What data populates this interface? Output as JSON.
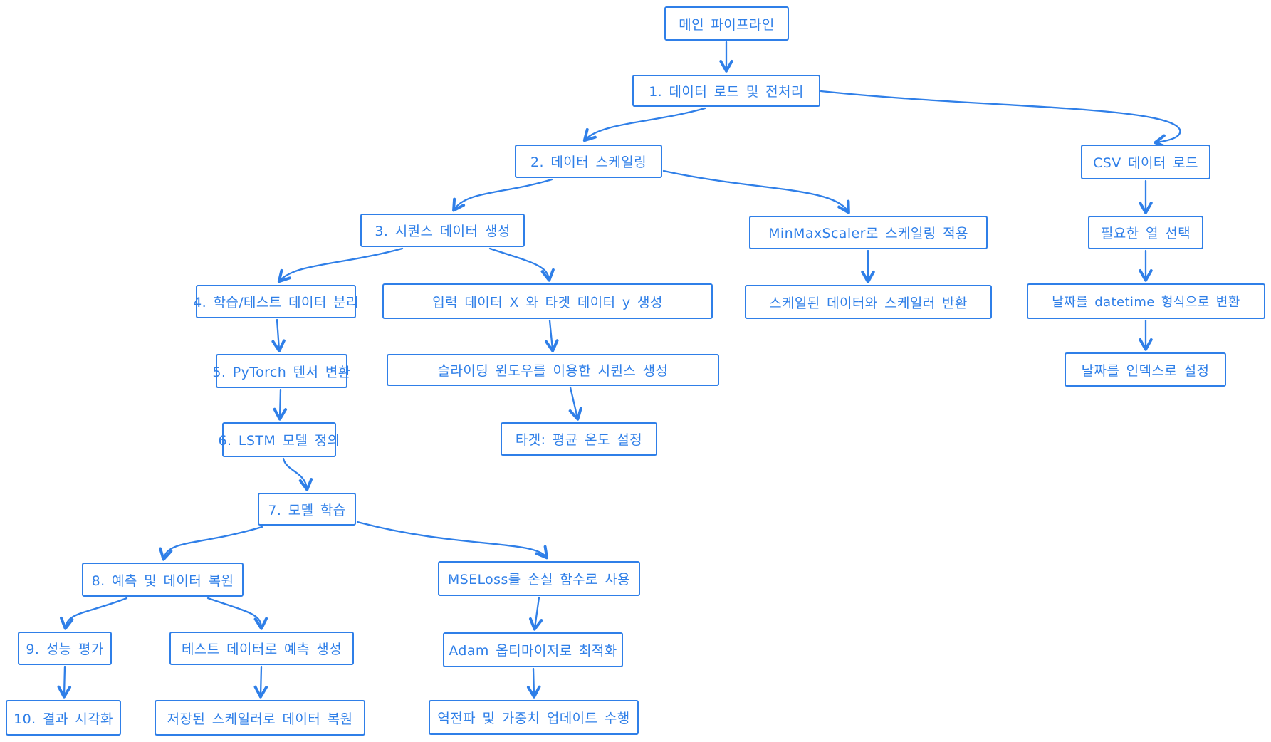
{
  "diagram": {
    "type": "flowchart",
    "style": "hand-drawn",
    "colors": {
      "stroke": "#2f7fe8",
      "background": "#ffffff",
      "node_fill": "#ffffff"
    }
  },
  "nodes": {
    "main": {
      "label": "메인 파이프라인"
    },
    "step1": {
      "label": "1. 데이터 로드 및 전처리"
    },
    "step2": {
      "label": "2. 데이터 스케일링"
    },
    "csv": {
      "label": "CSV 데이터 로드"
    },
    "step3": {
      "label": "3. 시퀀스 데이터 생성"
    },
    "minmax": {
      "label": "MinMaxScaler로 스케일링 적용"
    },
    "select": {
      "label": "필요한 열 선택"
    },
    "step4": {
      "label": "4. 학습/테스트 데이터 분리"
    },
    "input": {
      "label": "입력 데이터 X 와 타겟 데이터 y 생성"
    },
    "scaled": {
      "label": "스케일된 데이터와 스케일러 반환"
    },
    "datetime": {
      "label": "날짜를 datetime 형식으로 변환"
    },
    "step5": {
      "label": "5. PyTorch 텐서 변환"
    },
    "sliding": {
      "label": "슬라이딩 윈도우를 이용한 시퀀스 생성"
    },
    "setindex": {
      "label": "날짜를 인덱스로 설정"
    },
    "step6": {
      "label": "6. LSTM 모델 정의"
    },
    "target": {
      "label": "타겟: 평균 온도 설정"
    },
    "step7": {
      "label": "7. 모델 학습"
    },
    "step8": {
      "label": "8. 예측 및 데이터 복원"
    },
    "mseloss": {
      "label": "MSELoss를 손실 함수로 사용"
    },
    "step9": {
      "label": "9. 성능 평가"
    },
    "testpred": {
      "label": "테스트 데이터로 예측 생성"
    },
    "adam": {
      "label": "Adam 옵티마이저로 최적화"
    },
    "step10": {
      "label": "10. 결과 시각화"
    },
    "restore": {
      "label": "저장된 스케일러로 데이터 복원"
    },
    "backprop": {
      "label": "역전파 및 가중치 업데이트 수행"
    }
  },
  "edges": [
    {
      "from": "main",
      "to": "step1"
    },
    {
      "from": "step1",
      "to": "step2"
    },
    {
      "from": "step1",
      "to": "csv"
    },
    {
      "from": "step2",
      "to": "step3"
    },
    {
      "from": "step2",
      "to": "minmax"
    },
    {
      "from": "minmax",
      "to": "scaled"
    },
    {
      "from": "csv",
      "to": "select"
    },
    {
      "from": "select",
      "to": "datetime"
    },
    {
      "from": "datetime",
      "to": "setindex"
    },
    {
      "from": "step3",
      "to": "step4"
    },
    {
      "from": "step3",
      "to": "input"
    },
    {
      "from": "input",
      "to": "sliding"
    },
    {
      "from": "sliding",
      "to": "target"
    },
    {
      "from": "step4",
      "to": "step5"
    },
    {
      "from": "step5",
      "to": "step6"
    },
    {
      "from": "step6",
      "to": "step7"
    },
    {
      "from": "step7",
      "to": "step8"
    },
    {
      "from": "step7",
      "to": "mseloss"
    },
    {
      "from": "mseloss",
      "to": "adam"
    },
    {
      "from": "adam",
      "to": "backprop"
    },
    {
      "from": "step8",
      "to": "step9"
    },
    {
      "from": "step8",
      "to": "testpred"
    },
    {
      "from": "step9",
      "to": "step10"
    },
    {
      "from": "testpred",
      "to": "restore"
    }
  ]
}
